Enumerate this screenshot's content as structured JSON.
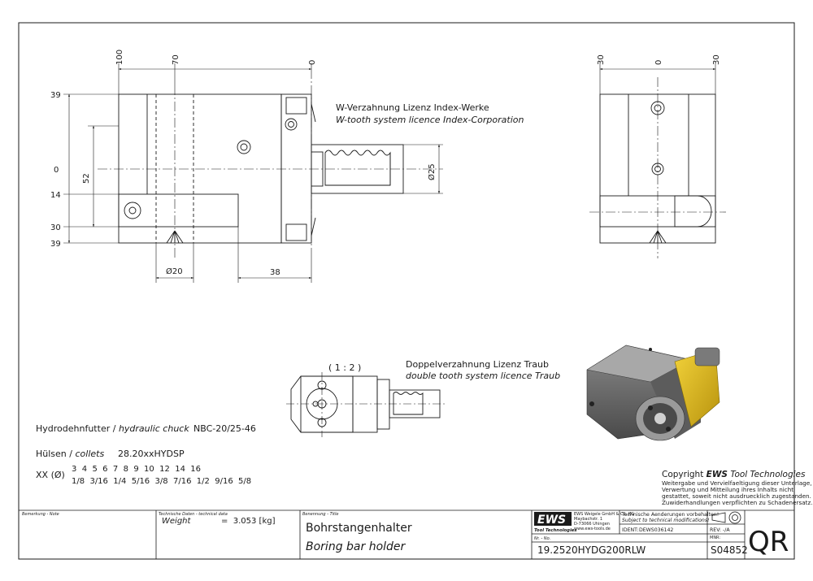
{
  "front_view": {
    "top_dims": [
      "100",
      "70",
      "0"
    ],
    "left_dims": [
      "39",
      "0",
      "14",
      "30",
      "39"
    ],
    "height_dim": "52",
    "shank_dim": "Ø25",
    "bore_dim": "Ø20",
    "offset_dim": "38"
  },
  "side_view": {
    "top_dims": [
      "30",
      "0",
      "30"
    ]
  },
  "detail": {
    "scale": "( 1 : 2 )"
  },
  "notes": {
    "w_tooth_de": "W-Verzahnung Lizenz Index-Werke",
    "w_tooth_en": "W-tooth system licence Index-Corporation",
    "double_de": "Doppelverzahnung Lizenz Traub",
    "double_en": "double tooth system licence Traub"
  },
  "specs": {
    "chuck_de": "Hydrodehnfutter /",
    "chuck_en": "hydraulic chuck",
    "chuck_code": "NBC-20/25-46",
    "collets_de": "Hülsen /",
    "collets_en": "collets",
    "collets_code": "28.20xxHYDSP",
    "xx_label": "XX (Ø)",
    "xx_metric": "3  4  5  6  7  8  9  10  12  14  16",
    "xx_inch": "1/8  3/16  1/4  5/16  3/8  7/16  1/2  9/16  5/8"
  },
  "copyright": {
    "prefix": "Copyright ",
    "brand": "EWS",
    "suffix": " Tool Technologies",
    "line1": "Weitergabe und Vervielfaeltigung dieser Unterlage,",
    "line2": "Verwertung und Mitteilung ihres Inhalts nicht",
    "line3": "gestattet, soweit nicht ausdruecklich zugestanden.",
    "line4": "Zuwiderhandlungen verpflichten zu Schadenersatz."
  },
  "title_block": {
    "remark_label": "Bemerkung - Note",
    "tech_label": "Technische Daten - technical data",
    "weight_label": "Weight",
    "weight_value": "=  3.053 [kg]",
    "title_label": "Benennung - Title",
    "title_de": "Bohrstangenhalter",
    "title_en": "Boring bar holder",
    "logo_text": "EWS",
    "logo_sub": "Tool Technologies",
    "company_1": "EWS Weigele GmbH & Co. KG",
    "company_2": "Maybachstr. 1",
    "company_3": "D-73066 Uhingen",
    "company_4": "www.ews-tools.de",
    "notice_de": "Technische Aenderungen vorbehalten!",
    "notice_en": "Subject to technical modifications!",
    "ident_label": "IDENT:",
    "ident_value": "DEWS036142",
    "rev_label": "REV:",
    "rev_value": "-/A",
    "nr_label": "Nr. - No.",
    "part_number": "19.2520HYDG200RLW",
    "mnr_label": "MNR:",
    "mnr_value": "S04852",
    "qr": "QR"
  }
}
